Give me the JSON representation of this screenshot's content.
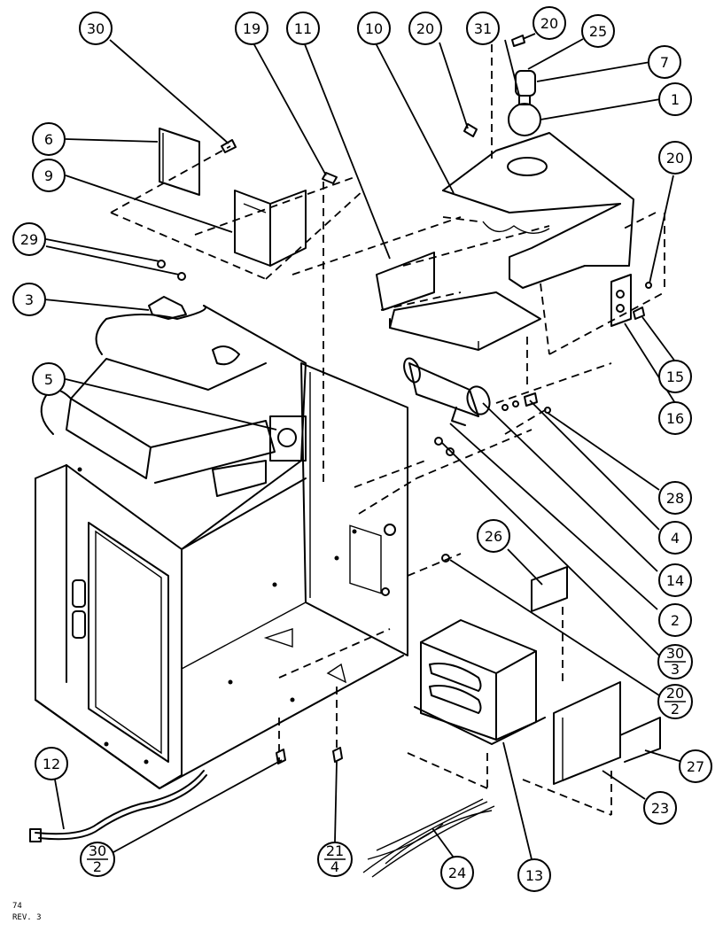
{
  "callouts": {
    "c30a": "30",
    "c19": "19",
    "c11": "11",
    "c10": "10",
    "c20a": "20",
    "c31": "31",
    "c20b": "20",
    "c25": "25",
    "c7": "7",
    "c1": "1",
    "c6": "6",
    "c9": "9",
    "c29": "29",
    "c3": "3",
    "c5": "5",
    "c20c": "20",
    "c15": "15",
    "c16": "16",
    "c28": "28",
    "c4": "4",
    "c26": "26",
    "c14": "14",
    "c2": "2",
    "c27": "27",
    "c23": "23",
    "c12": "12",
    "c24": "24",
    "c13": "13"
  },
  "fractions": {
    "f30_3": {
      "top": "30",
      "bottom": "3"
    },
    "f20_2": {
      "top": "20",
      "bottom": "2"
    },
    "f30_2": {
      "top": "30",
      "bottom": "2"
    },
    "f21_4": {
      "top": "21",
      "bottom": "4"
    }
  },
  "footer": {
    "page": "74",
    "rev": "REV. 3"
  }
}
